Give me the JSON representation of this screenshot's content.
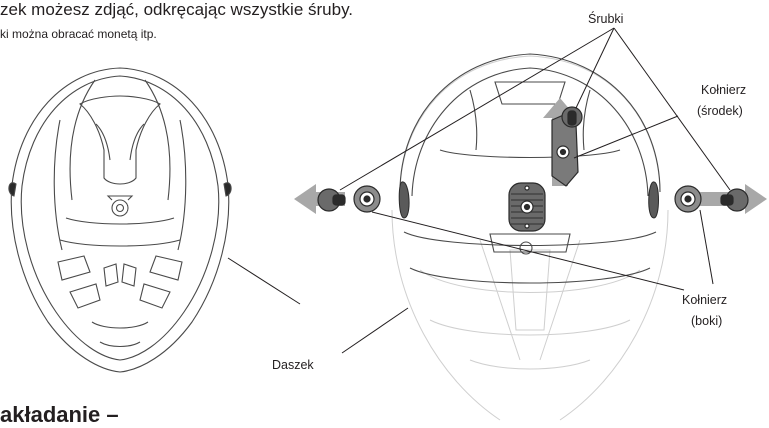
{
  "intro": {
    "line1": "zek możesz zdjąć, odkręcając wszystkie śruby.",
    "line2": "ki można obracać monetą itp."
  },
  "labels": {
    "screws": "Śrubki",
    "collar_center_line1": "Kołnierz",
    "collar_center_line2": "(środek)",
    "collar_sides_line1": "Kołnierz",
    "collar_sides_line2": "(boki)",
    "visor": "Daszek"
  },
  "section_heading": "akładanie –",
  "colors": {
    "line": "#231f20",
    "arrow": "#a8a8a8",
    "helmet_stroke": "#4a4a4a",
    "helmet_faint": "#c8c8c8"
  }
}
